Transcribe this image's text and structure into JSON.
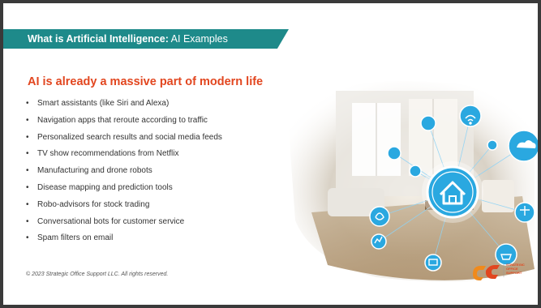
{
  "header": {
    "title_bold": "What is Artificial Intelligence:",
    "title_rest": " AI Examples"
  },
  "main": {
    "heading": "AI is already a massive part of modern life",
    "bullets": [
      "Smart assistants (like Siri and Alexa)",
      "Navigation apps that reroute according to traffic",
      "Personalized search results and social media feeds",
      "TV show recommendations from Netflix",
      "Manufacturing and drone robots",
      "Disease mapping and prediction tools",
      "Robo-advisors for stock trading",
      "Conversational bots for customer service",
      "Spam filters on email"
    ],
    "bullet_glyph": "•"
  },
  "footer": {
    "copyright": "2023 Strategic Office Support LLC.  All rights reserved."
  },
  "logo": {
    "line1": "STRATEGIC",
    "line2": "OFFICE",
    "line3": "SUPPORT"
  },
  "colors": {
    "accent": "#1e8a8a",
    "heading": "#e2461f",
    "logo_orange": "#f08a1c"
  }
}
